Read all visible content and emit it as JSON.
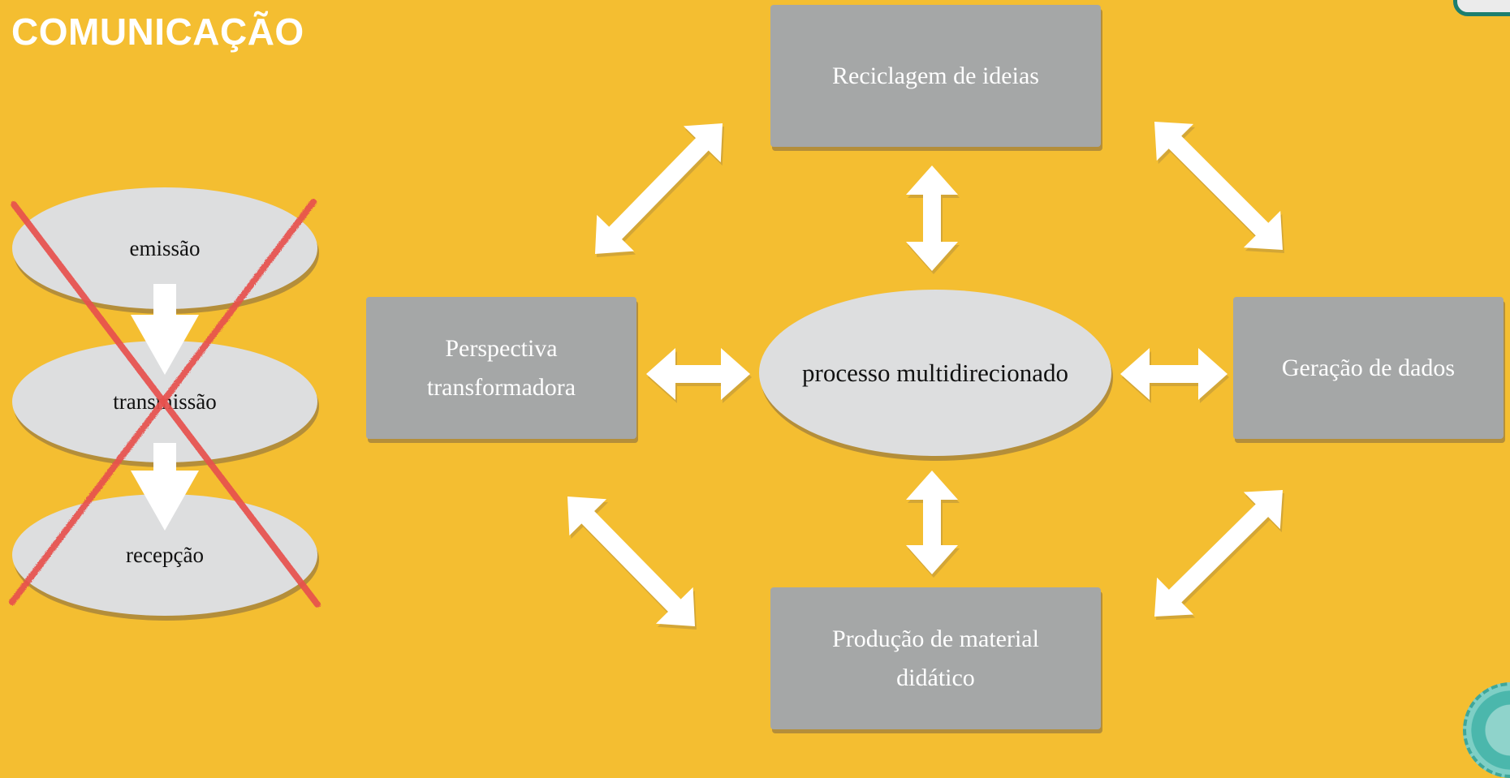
{
  "title": "COMUNICAÇÃO",
  "old_model": {
    "stages": [
      "emissão",
      "transmissão",
      "recepção"
    ],
    "crossed_out_color": "#E8514E"
  },
  "center": {
    "label": "processo multidirecionado"
  },
  "nodes": {
    "top": {
      "label": "Reciclagem de ideias"
    },
    "left": {
      "label_line1": "Perspectiva",
      "label_line2": "transformadora"
    },
    "right": {
      "label": "Geração de dados"
    },
    "bottom": {
      "label_line1": "Produção de material",
      "label_line2": "didático"
    }
  },
  "colors": {
    "background": "#F4BE31",
    "box": "#A5A7A7",
    "ellipse": "#DDDEDF",
    "arrow": "#FFFFFF",
    "cross": "#E8514E"
  },
  "icons": {
    "arrow": "double-headed-arrow-icon",
    "down_arrow": "down-arrow-icon",
    "cross": "x-cross-icon"
  }
}
